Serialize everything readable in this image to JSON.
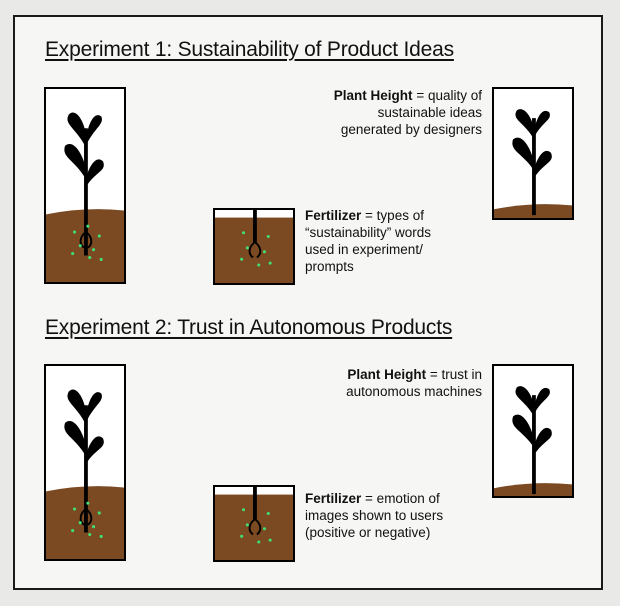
{
  "experiment1": {
    "title": "Experiment 1: Sustainability of Product Ideas",
    "plant_height_term": "Plant Height",
    "plant_height_lines": [
      "= quality of",
      "sustainable ideas",
      "generated by designers"
    ],
    "fertilizer_term": "Fertilizer",
    "fertilizer_lines": [
      "= types of",
      "“sustainability” words",
      "used in experiment/",
      "prompts"
    ]
  },
  "experiment2": {
    "title": "Experiment 2: Trust in Autonomous Products",
    "plant_height_term": "Plant Height",
    "plant_height_lines": [
      "= trust in",
      "autonomous machines"
    ],
    "fertilizer_term": "Fertilizer",
    "fertilizer_lines": [
      "= emotion of",
      "images shown to users",
      "(positive or negative)"
    ]
  },
  "colors": {
    "soil": "#7b4a22",
    "plant": "#000000",
    "fertilizer_dots": "#3fe07a",
    "frame_background": "#f6f6f5"
  },
  "icons": [
    "plant-icon",
    "seedling-icon",
    "soil-icon"
  ]
}
